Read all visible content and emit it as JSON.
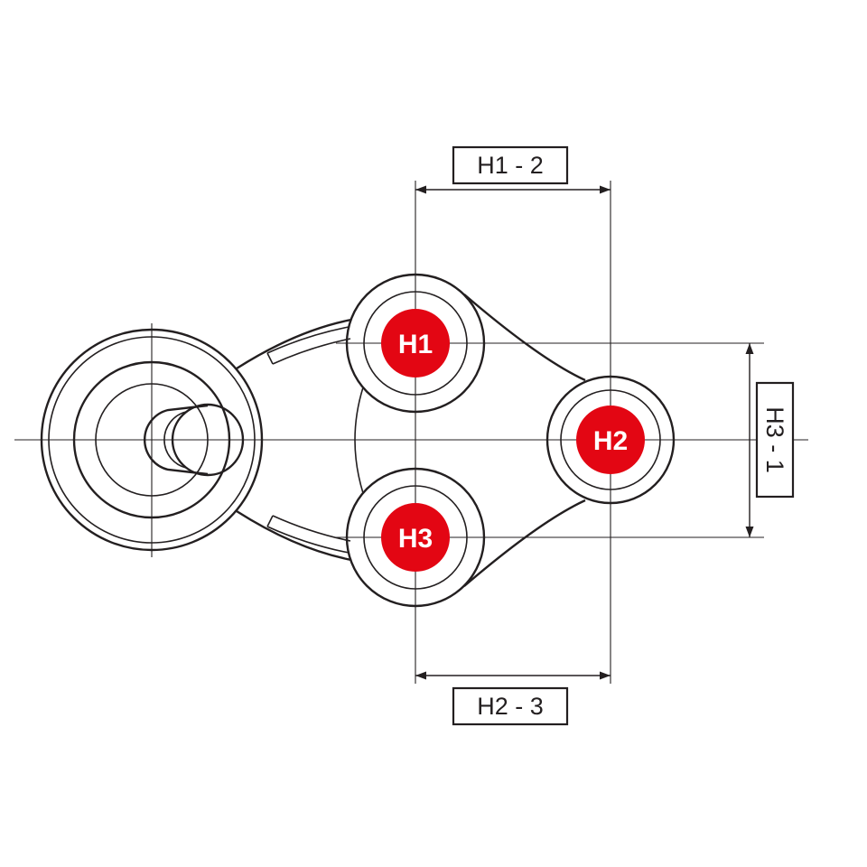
{
  "diagram": {
    "name": "Ball joint dimensional drawing",
    "dimension_labels": {
      "top": "H1 - 2",
      "bottom": "H2 - 3",
      "right": "H3 - 1"
    },
    "point_markers": {
      "h1": "H1",
      "h2": "H2",
      "h3": "H3"
    },
    "colors": {
      "marker_red": "#e30613",
      "line_black": "#231f20",
      "background": "#ffffff",
      "marker_text": "#ffffff"
    }
  }
}
